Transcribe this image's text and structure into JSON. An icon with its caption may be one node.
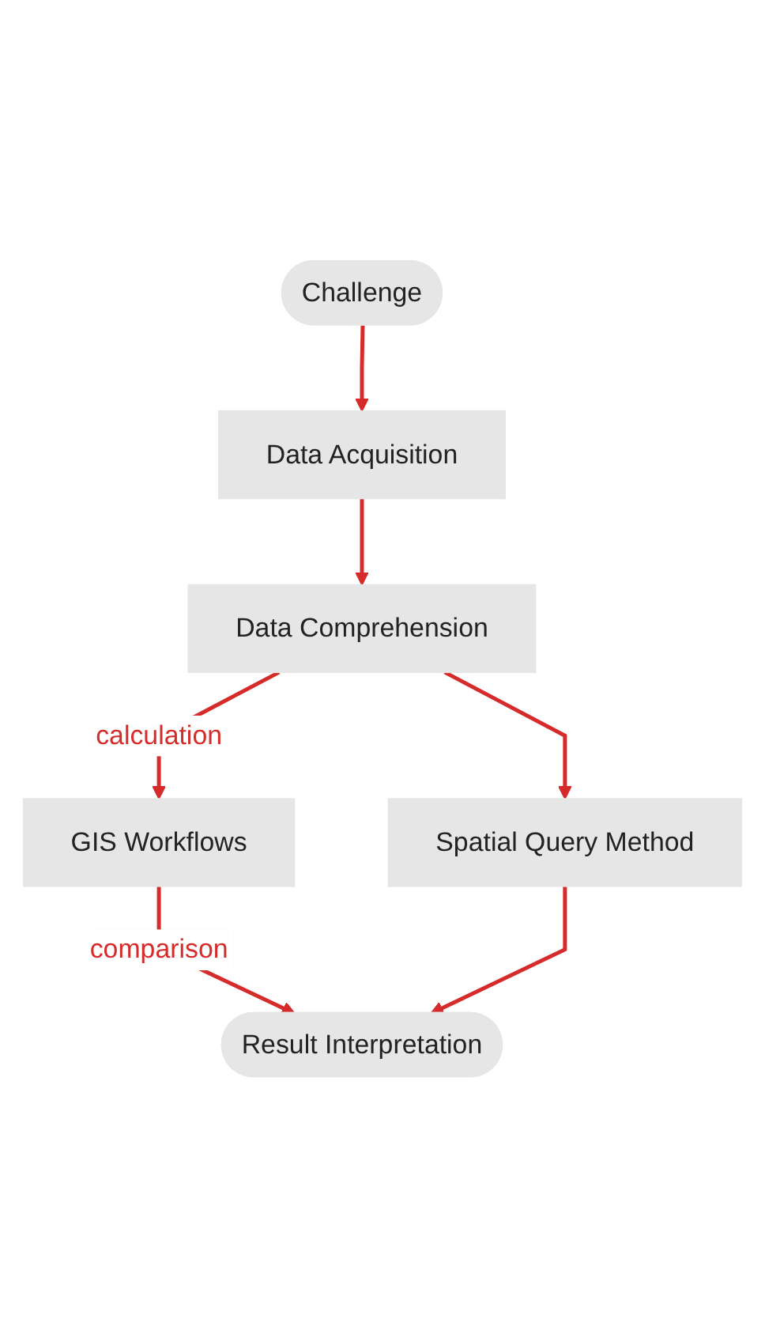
{
  "diagram": {
    "nodes": [
      {
        "text": [
          "Challenge"
        ]
      },
      {
        "text": [
          "Data Acquisition"
        ]
      },
      {
        "text": [
          "Data Comprehension"
        ]
      },
      {
        "text": [
          "GIS Workflows"
        ]
      },
      {
        "text": [
          "Spatial Query Method"
        ]
      },
      {
        "text": [
          "Result Interpretation"
        ]
      }
    ],
    "edges": [
      {
        "from": 0,
        "to": 1,
        "arrow": "to"
      },
      {
        "from": 1,
        "to": 2,
        "arrow": "to"
      },
      {
        "from": 2,
        "to": 3,
        "arrow": "to",
        "label": "calculation"
      },
      {
        "from": 2,
        "to": 4,
        "arrow": "to"
      },
      {
        "from": 3,
        "to": 5,
        "arrow": "to",
        "label": "comparison"
      },
      {
        "from": 4,
        "to": 5,
        "arrow": "to"
      }
    ]
  }
}
